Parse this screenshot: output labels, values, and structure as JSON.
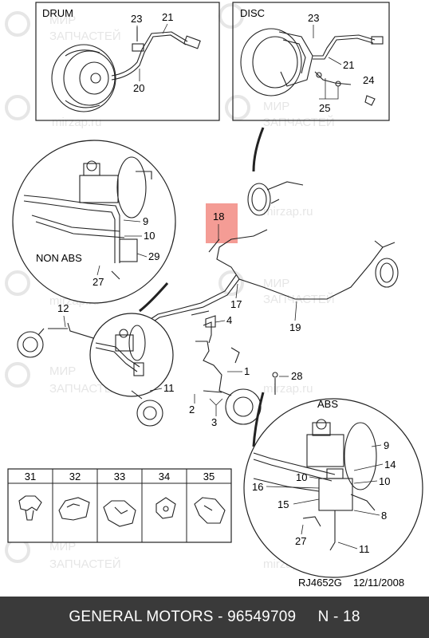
{
  "colors": {
    "highlight": "#f28b82",
    "footer_bg": "#3a3a3a",
    "footer_text": "#ffffff",
    "line": "#222222",
    "watermark": "#e6e6e6"
  },
  "insets": {
    "drum": {
      "title": "DRUM",
      "callouts": [
        "23",
        "21",
        "20"
      ]
    },
    "disc": {
      "title": "DISC",
      "callouts": [
        "23",
        "21",
        "24",
        "25"
      ]
    },
    "non_abs": {
      "title": "NON ABS",
      "callouts": [
        "9",
        "10",
        "29",
        "27"
      ]
    },
    "abs": {
      "title": "ABS",
      "callouts": [
        "9",
        "14",
        "10",
        "10",
        "16",
        "15",
        "8",
        "27",
        "11"
      ]
    }
  },
  "main_callouts": [
    "18",
    "17",
    "19",
    "12",
    "4",
    "1",
    "28",
    "11",
    "2",
    "3"
  ],
  "parts_table": {
    "headers": [
      "31",
      "32",
      "33",
      "34",
      "35"
    ]
  },
  "watermarks": {
    "line1": "МИР",
    "line2": "ЗАПЧАСТЕЙ",
    "site": "mirzap.ru"
  },
  "drawing_ref": "RJ4652G",
  "drawing_date": "12/11/2008",
  "footer": "GENERAL MOTORS - 96549709     N - 18"
}
